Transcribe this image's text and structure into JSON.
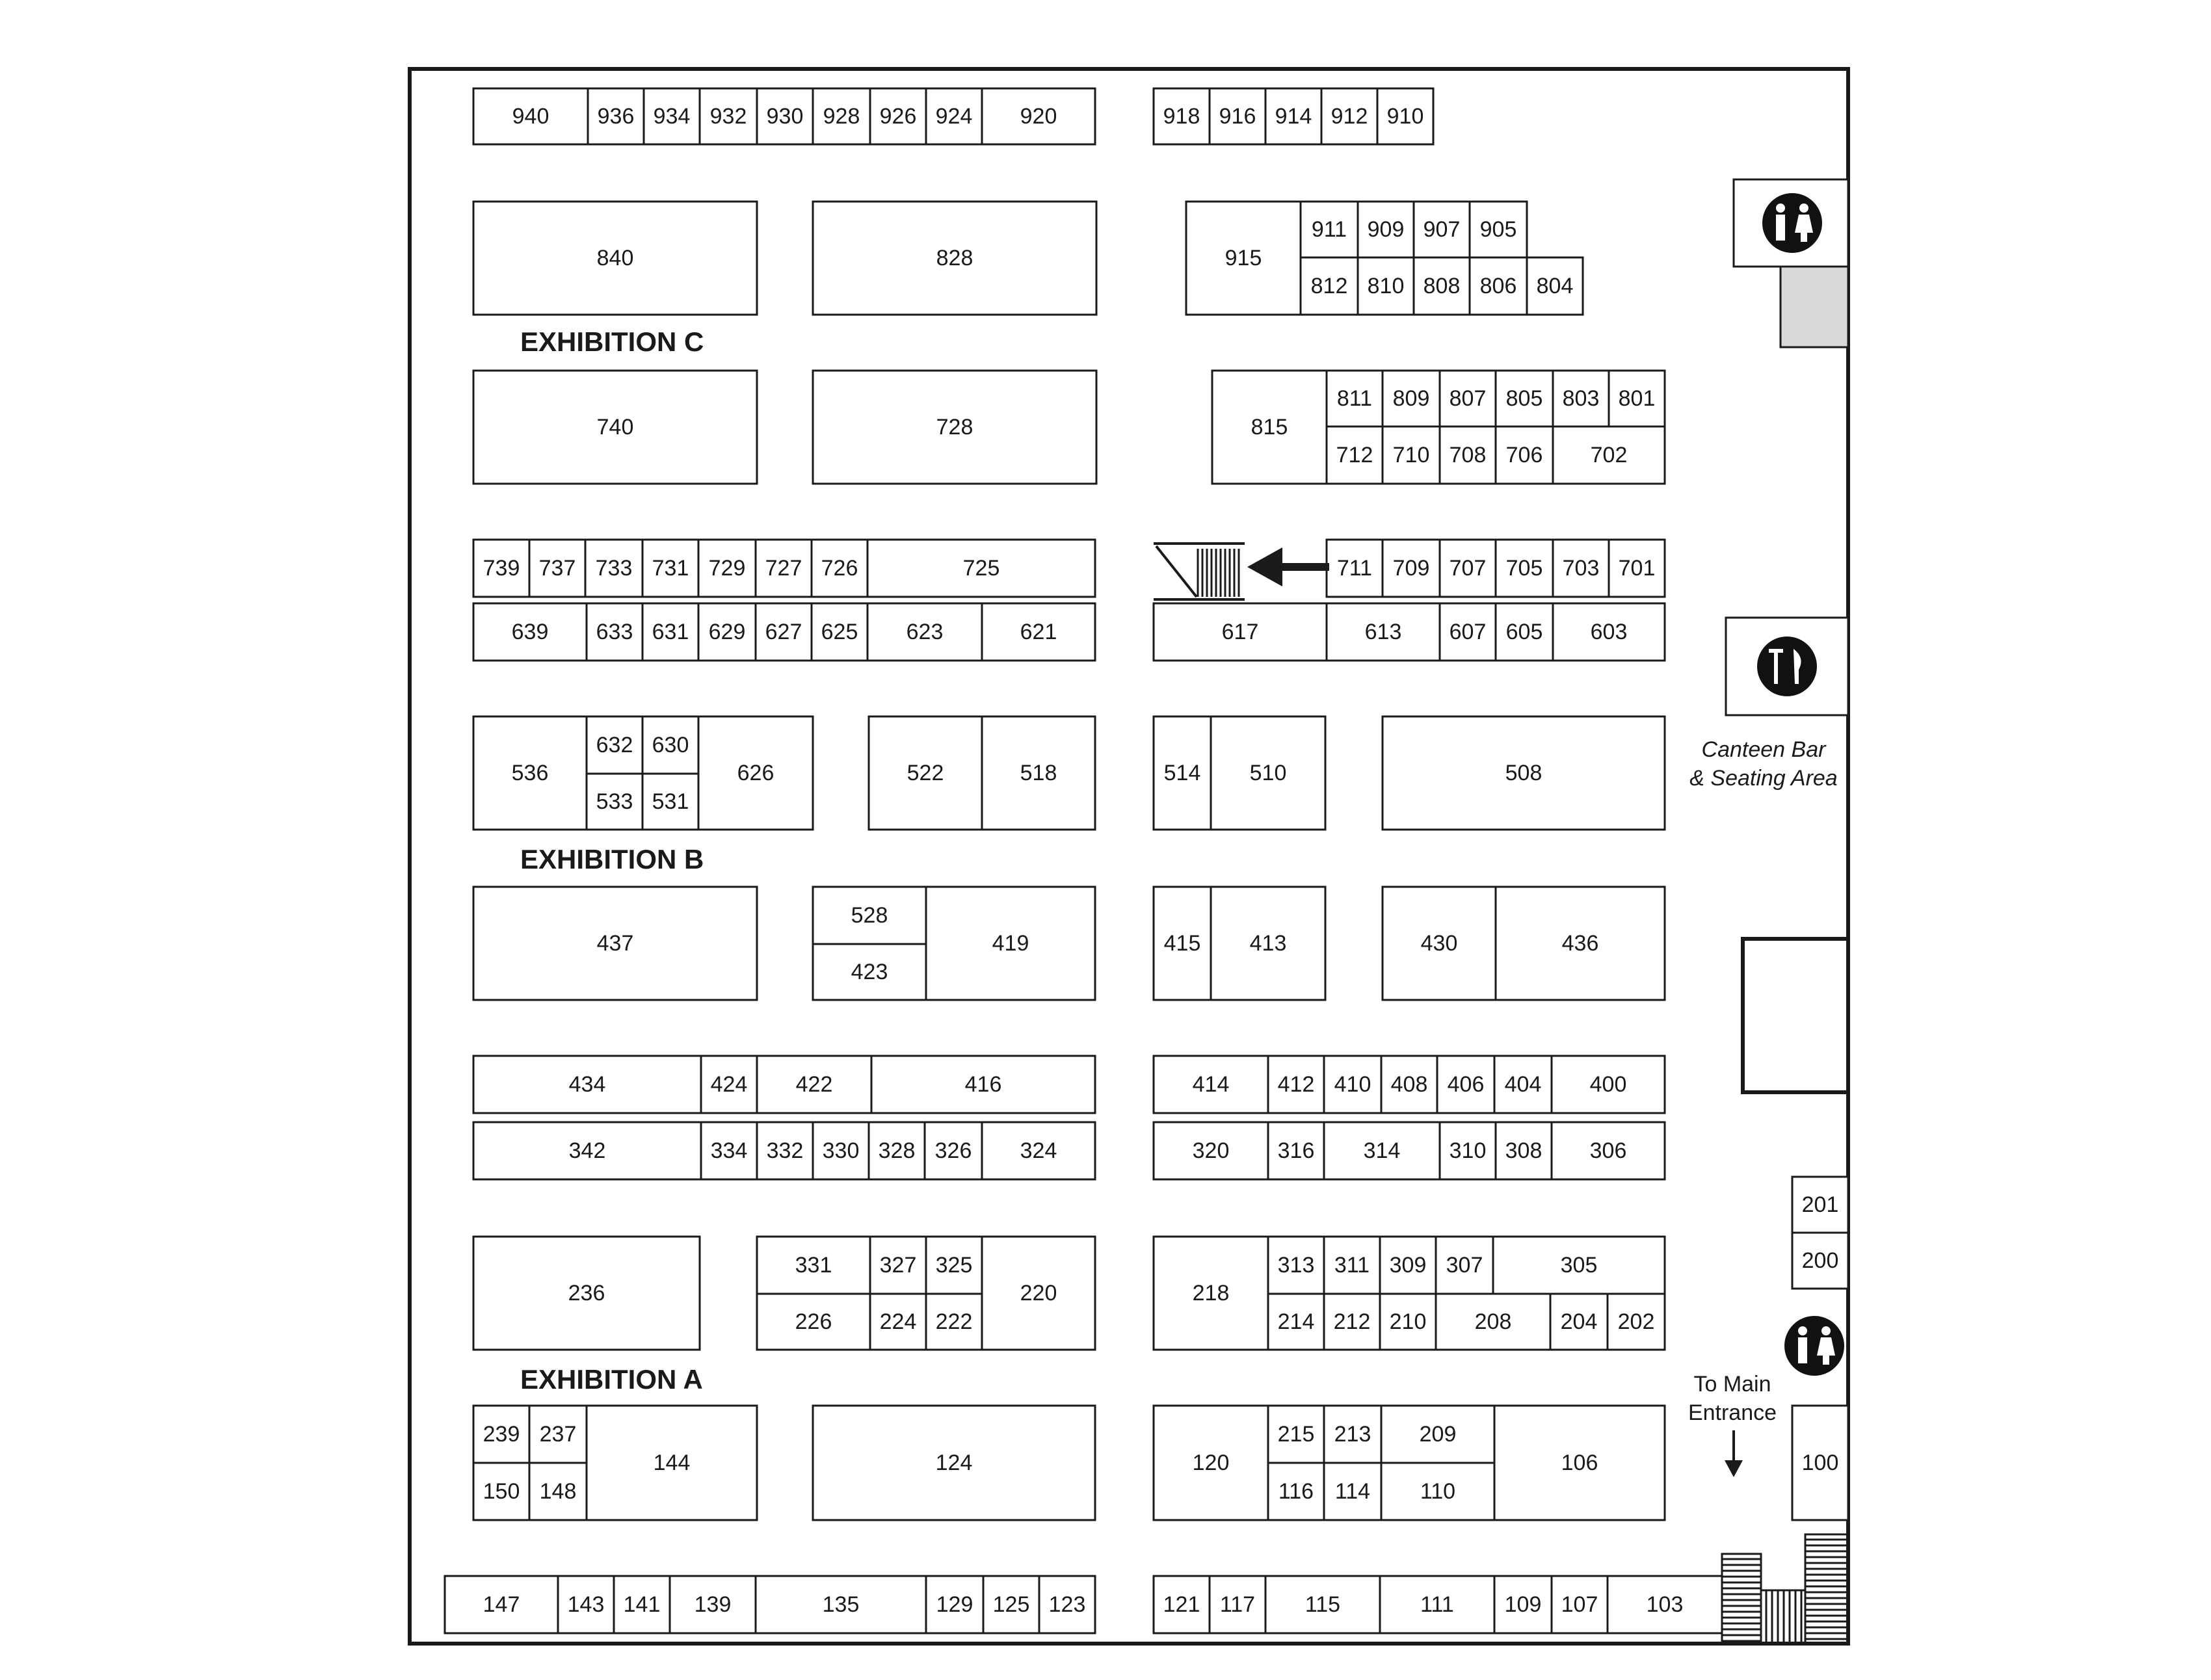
{
  "zones": {
    "exhibition_c": "EXHIBITION C",
    "exhibition_b": "EXHIBITION B",
    "exhibition_a": "EXHIBITION A"
  },
  "amenities": {
    "canteen_line1": "Canteen Bar",
    "canteen_line2": "& Seating Area",
    "entrance_line1": "To Main",
    "entrance_line2": "Entrance",
    "toilet_icon": "toilets-icon",
    "restaurant_icon": "restaurant-icon",
    "stairs_icon": "stairs-icon",
    "exit_arrow_icon": "arrow-left-icon",
    "entrance_arrow_icon": "arrow-down-icon"
  },
  "colors": {
    "line": "#1a1a1a",
    "fill": "#ffffff",
    "gray_block": "#d9d9d9"
  },
  "booths": [
    "940",
    "936",
    "934",
    "932",
    "930",
    "928",
    "926",
    "924",
    "920",
    "918",
    "916",
    "914",
    "912",
    "910",
    "840",
    "828",
    "915",
    "911",
    "909",
    "907",
    "905",
    "812",
    "810",
    "808",
    "806",
    "804",
    "740",
    "728",
    "815",
    "811",
    "809",
    "807",
    "805",
    "803",
    "801",
    "712",
    "710",
    "708",
    "706",
    "702",
    "739",
    "737",
    "733",
    "731",
    "729",
    "727",
    "726",
    "725",
    "711",
    "709",
    "707",
    "705",
    "703",
    "701",
    "639",
    "633",
    "631",
    "629",
    "627",
    "625",
    "623",
    "621",
    "617",
    "613",
    "607",
    "605",
    "603",
    "536",
    "632",
    "630",
    "533",
    "531",
    "626",
    "522",
    "518",
    "514",
    "510",
    "508",
    "437",
    "528",
    "423",
    "419",
    "415",
    "413",
    "430",
    "436",
    "434",
    "424",
    "422",
    "416",
    "414",
    "412",
    "410",
    "408",
    "406",
    "404",
    "400",
    "342",
    "334",
    "332",
    "330",
    "328",
    "326",
    "324",
    "320",
    "316",
    "314",
    "310",
    "308",
    "306",
    "201",
    "200",
    "236",
    "331",
    "327",
    "325",
    "226",
    "224",
    "222",
    "220",
    "218",
    "313",
    "311",
    "309",
    "307",
    "305",
    "214",
    "212",
    "210",
    "208",
    "204",
    "202",
    "239",
    "237",
    "150",
    "148",
    "144",
    "124",
    "120",
    "215",
    "213",
    "209",
    "116",
    "114",
    "110",
    "106",
    "100",
    "147",
    "143",
    "141",
    "139",
    "135",
    "129",
    "125",
    "123",
    "121",
    "117",
    "115",
    "111",
    "109",
    "107",
    "103"
  ]
}
